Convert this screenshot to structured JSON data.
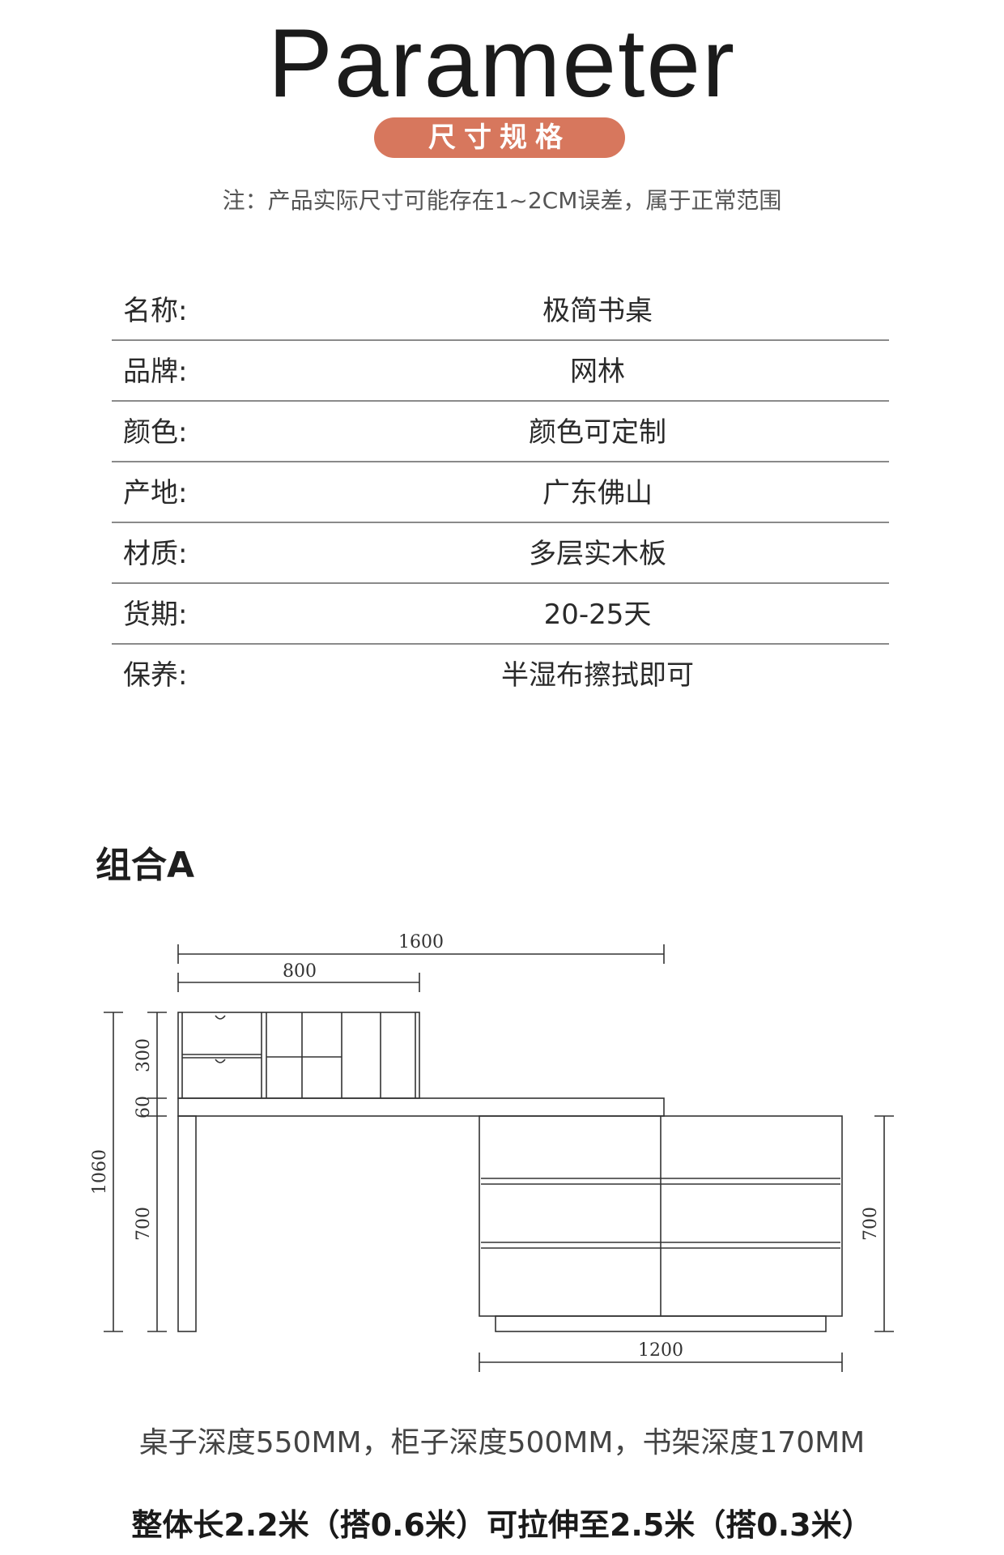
{
  "header": {
    "title": "Parameter",
    "badge": "尺寸规格",
    "note": "注：产品实际尺寸可能存在1~2CM误差，属于正常范围"
  },
  "colors": {
    "accent": "#d7775d"
  },
  "specs": [
    {
      "label": "名称:",
      "value": "极简书桌"
    },
    {
      "label": "品牌:",
      "value": "网林"
    },
    {
      "label": "颜色:",
      "value": "颜色可定制"
    },
    {
      "label": "产地:",
      "value": "广东佛山"
    },
    {
      "label": "材质:",
      "value": "多层实木板"
    },
    {
      "label": "货期:",
      "value": "20-25天"
    },
    {
      "label": "保养:",
      "value": "半湿布擦拭即可"
    }
  ],
  "section": {
    "title": "组合A"
  },
  "dimensions": {
    "total_width": "1600",
    "shelf_width": "800",
    "cabinet_width": "1200",
    "shelf_height": "300",
    "top_thickness": "60",
    "desk_height": "700",
    "total_height": "1060",
    "cabinet_height": "700"
  },
  "footer": {
    "depth_note": "桌子深度550MM，柜子深度500MM，书架深度170MM",
    "length_note": "整体长2.2米（搭0.6米）可拉伸至2.5米（搭0.3米）"
  }
}
